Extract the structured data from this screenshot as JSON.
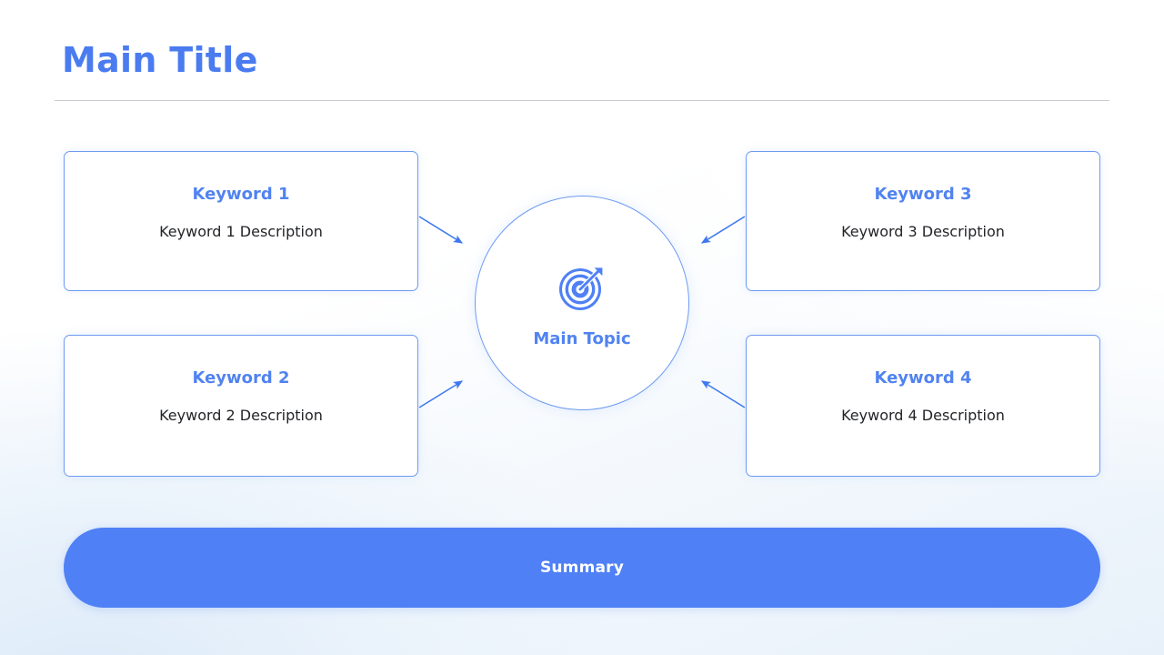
{
  "header": {
    "title": "Main Title"
  },
  "center": {
    "label": "Main Topic",
    "icon": "target-icon"
  },
  "cards": [
    {
      "title": "Keyword 1",
      "description": "Keyword 1 Description"
    },
    {
      "title": "Keyword 2",
      "description": "Keyword 2 Description"
    },
    {
      "title": "Keyword 3",
      "description": "Keyword 3 Description"
    },
    {
      "title": "Keyword 4",
      "description": "Keyword 4 Description"
    }
  ],
  "footer": {
    "summary_label": "Summary"
  },
  "colors": {
    "accent_blue": "#4f80f5",
    "title_blue": "#4a7cf0",
    "card_border": "#6d9af2",
    "body_text": "#222428",
    "divider": "#c9ccd1",
    "surface": "#ffffff"
  }
}
